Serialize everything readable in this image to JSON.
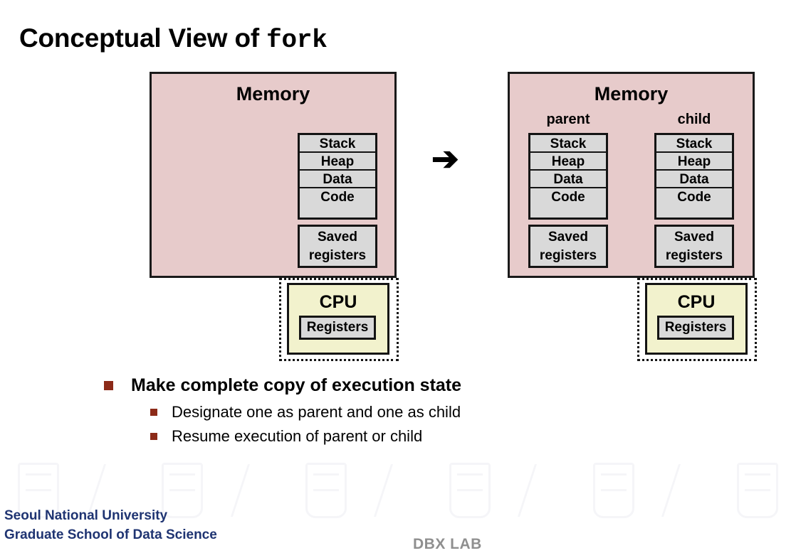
{
  "slide": {
    "title_prefix": "Conceptual View of ",
    "title_mono": "fork",
    "arrow_glyph": "➔"
  },
  "colors": {
    "memory_fill": "#e7cbcb",
    "segment_fill": "#d9d9d9",
    "cpu_fill": "#f2f2cd",
    "bullet_marker": "#8c2a18",
    "footer_text": "#1f3472",
    "lab_text": "#8f8f8f",
    "outline": "#141414"
  },
  "before": {
    "memory_label": "Memory",
    "segments": [
      "Stack",
      "Heap",
      "Data",
      "Code"
    ],
    "saved_line1": "Saved",
    "saved_line2": "registers",
    "cpu_label": "CPU",
    "registers_label": "Registers"
  },
  "after": {
    "memory_label": "Memory",
    "columns": [
      {
        "name": "parent",
        "segments": [
          "Stack",
          "Heap",
          "Data",
          "Code"
        ],
        "saved_line1": "Saved",
        "saved_line2": "registers"
      },
      {
        "name": "child",
        "segments": [
          "Stack",
          "Heap",
          "Data",
          "Code"
        ],
        "saved_line1": "Saved",
        "saved_line2": "registers"
      }
    ],
    "cpu_label": "CPU",
    "registers_label": "Registers"
  },
  "bullets": {
    "level1": "Make complete copy of execution state",
    "level2": [
      "Designate one as parent and one as child",
      "Resume execution of parent or child"
    ]
  },
  "footer": {
    "line1": "Seoul National University",
    "line2": "Graduate School of Data Science",
    "lab": "DBX LAB"
  }
}
